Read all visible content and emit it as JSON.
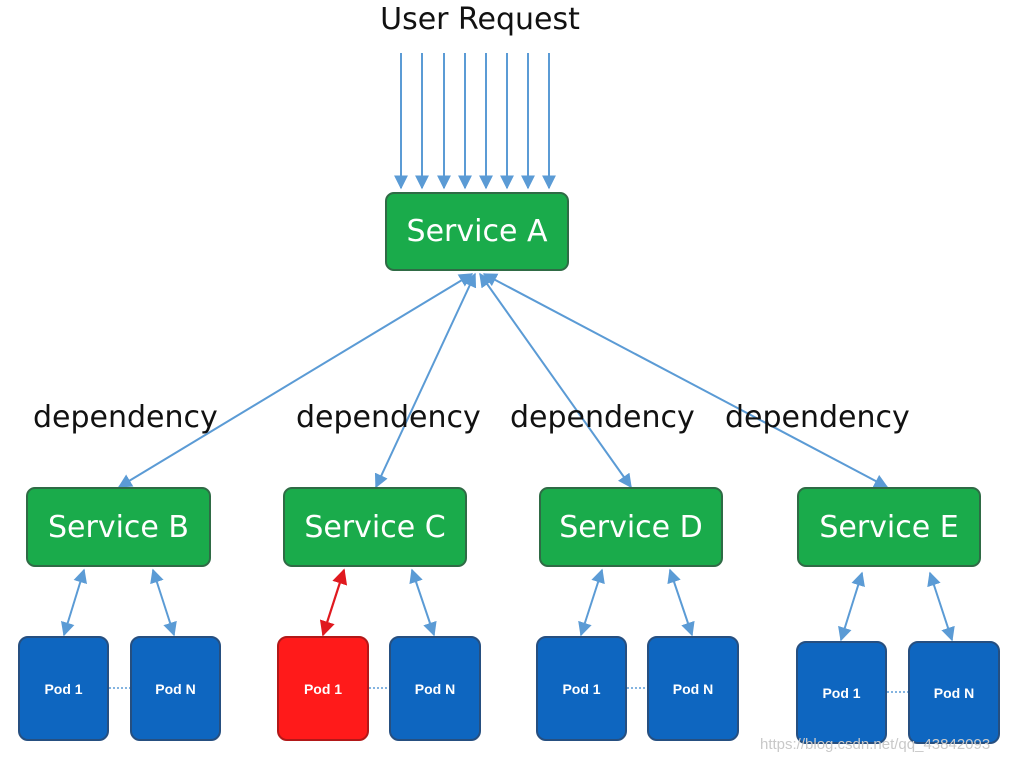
{
  "title": "User Request",
  "services": {
    "a": "Service A",
    "b": "Service B",
    "c": "Service C",
    "d": "Service D",
    "e": "Service E"
  },
  "dependency_labels": [
    "dependency",
    "dependency",
    "dependency",
    "dependency"
  ],
  "pods": {
    "b": [
      "Pod 1",
      "Pod N"
    ],
    "c": [
      "Pod 1",
      "Pod N"
    ],
    "d": [
      "Pod 1",
      "Pod N"
    ],
    "e": [
      "Pod 1",
      "Pod N"
    ]
  },
  "failed_pod": "Service C / Pod 1",
  "colors": {
    "service": "#1aab4b",
    "pod": "#0e66c0",
    "failed_pod": "#ff1a1a",
    "arrow": "#5b9bd5",
    "failed_arrow": "#e0191f"
  },
  "watermark": "https://blog.csdn.net/qq_43842093"
}
